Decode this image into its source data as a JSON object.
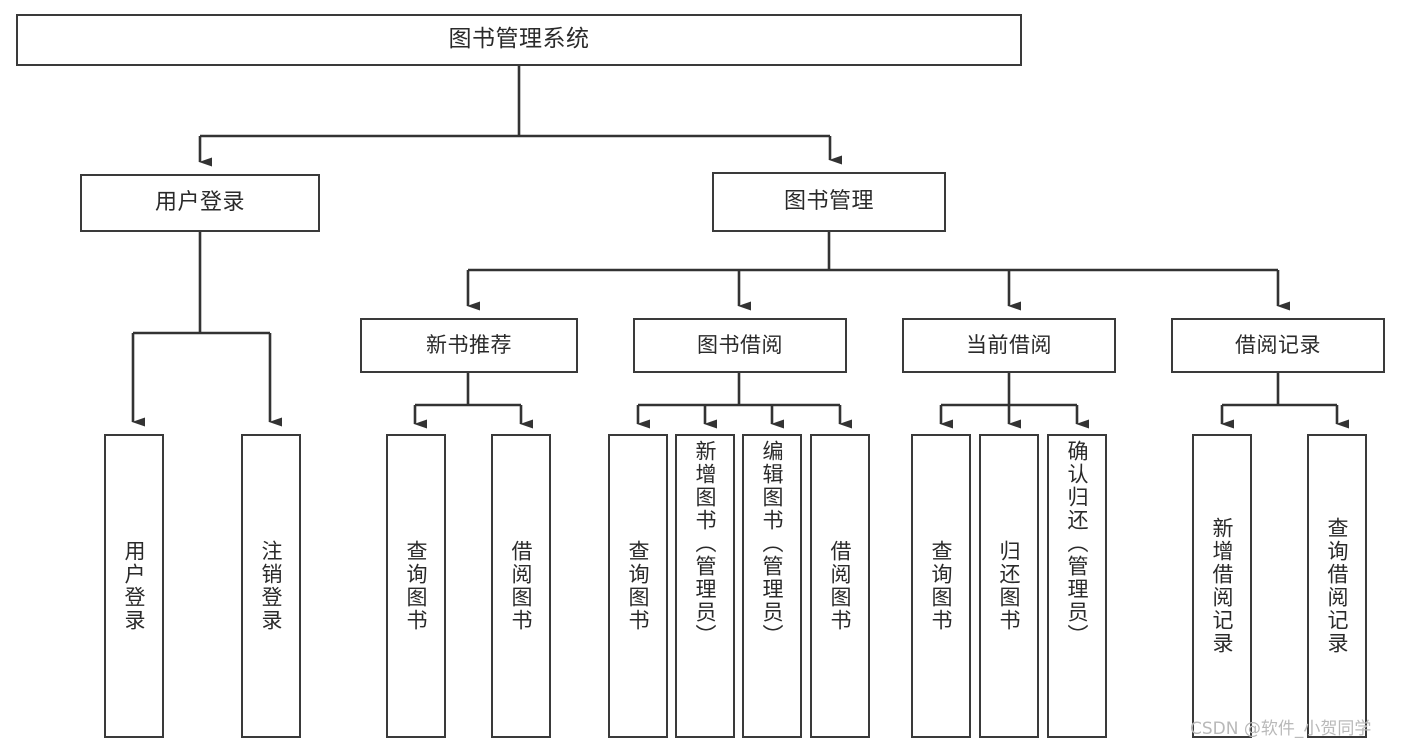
{
  "diagram": {
    "title": "图书管理系统",
    "type": "tree-hierarchy-chart",
    "root": {
      "id": "root",
      "label": "图书管理系统"
    },
    "level1": [
      {
        "id": "l1-user-login",
        "label": "用户登录"
      },
      {
        "id": "l1-book-manage",
        "label": "图书管理"
      }
    ],
    "level2": [
      {
        "id": "l2-new-book",
        "label": "新书推荐",
        "parent": "l1-book-manage"
      },
      {
        "id": "l2-borrow",
        "label": "图书借阅",
        "parent": "l1-book-manage"
      },
      {
        "id": "l2-current",
        "label": "当前借阅",
        "parent": "l1-book-manage"
      },
      {
        "id": "l2-record",
        "label": "借阅记录",
        "parent": "l1-book-manage"
      }
    ],
    "leaves": [
      {
        "id": "leaf-user-login",
        "label": "用户登录",
        "parent": "l1-user-login"
      },
      {
        "id": "leaf-user-logout",
        "label": "注销登录",
        "parent": "l1-user-login"
      },
      {
        "id": "leaf-new-query",
        "label": "查询图书",
        "parent": "l2-new-book"
      },
      {
        "id": "leaf-new-borrow",
        "label": "借阅图书",
        "parent": "l2-new-book"
      },
      {
        "id": "leaf-borrow-query",
        "label": "查询图书",
        "parent": "l2-borrow"
      },
      {
        "id": "leaf-borrow-add",
        "label": "新增图书（管理员）",
        "parent": "l2-borrow"
      },
      {
        "id": "leaf-borrow-edit",
        "label": "编辑图书（管理员）",
        "parent": "l2-borrow"
      },
      {
        "id": "leaf-borrow-lend",
        "label": "借阅图书",
        "parent": "l2-borrow"
      },
      {
        "id": "leaf-current-query",
        "label": "查询图书",
        "parent": "l2-current"
      },
      {
        "id": "leaf-current-return",
        "label": "归还图书",
        "parent": "l2-current"
      },
      {
        "id": "leaf-current-confirm",
        "label": "确认归还（管理员）",
        "parent": "l2-current"
      },
      {
        "id": "leaf-record-add",
        "label": "新增借阅记录",
        "parent": "l2-record"
      },
      {
        "id": "leaf-record-query",
        "label": "查询借阅记录",
        "parent": "l2-record"
      }
    ],
    "watermark": "CSDN @软件_小贺同学",
    "colors": {
      "stroke": "#3a3a3a",
      "edge": "#333333",
      "text": "#2a2a2a",
      "background": "#ffffff",
      "watermark": "#b9b9b9"
    }
  }
}
